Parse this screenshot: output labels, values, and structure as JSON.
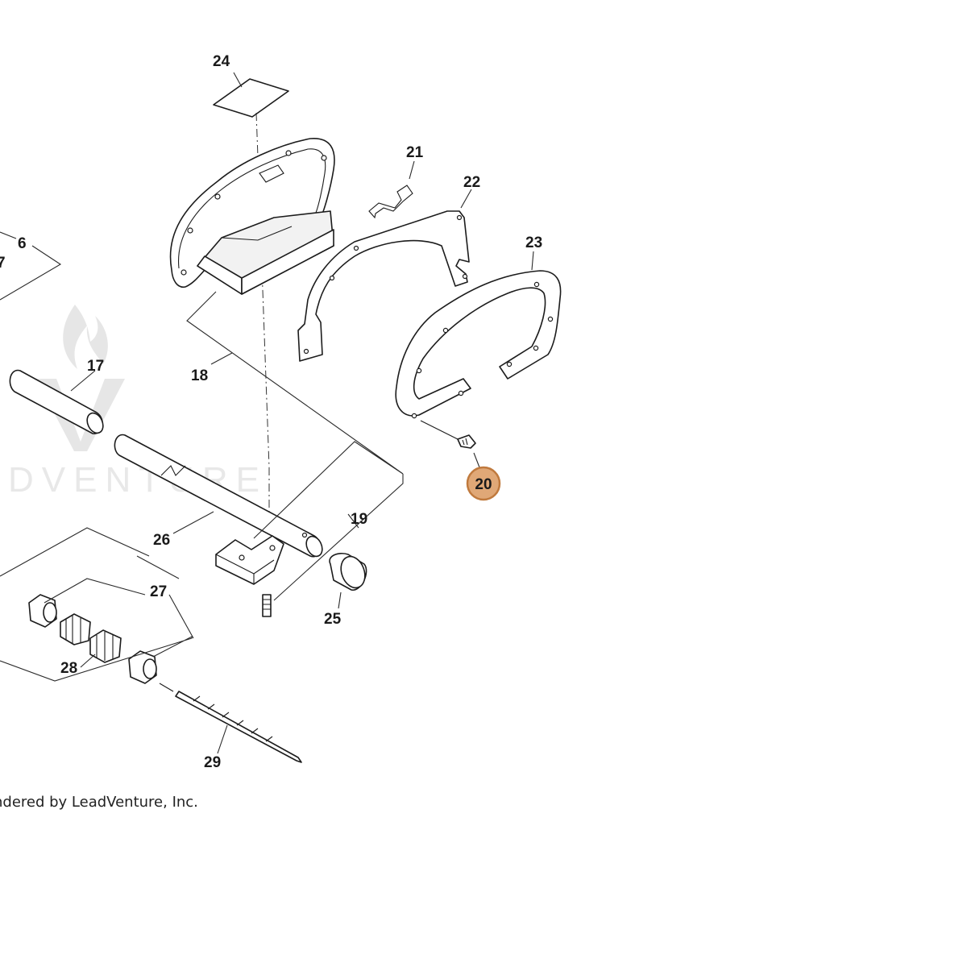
{
  "callouts": {
    "c6": "6",
    "c7": "7",
    "c17": "17",
    "c18": "18",
    "c19": "19",
    "c20": "20",
    "c21": "21",
    "c22": "22",
    "c23": "23",
    "c24": "24",
    "c25": "25",
    "c26": "26",
    "c27": "27",
    "c28": "28",
    "c29": "29"
  },
  "highlight": {
    "part": "20",
    "color": "#e0a877",
    "border": "#c07a3e"
  },
  "watermark": {
    "text": "DVENTURE",
    "icon": "flame-logo-icon"
  },
  "footer": "ndered by LeadVenture, Inc."
}
